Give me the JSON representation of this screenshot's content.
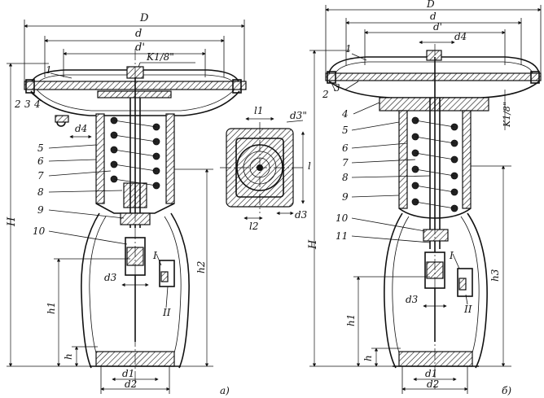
{
  "view_a": {
    "parts": [
      "1",
      "2",
      "3",
      "4",
      "5",
      "6",
      "7",
      "8",
      "9",
      "10"
    ],
    "dims": {
      "D": "D",
      "d": "d",
      "d_prime": "d'",
      "thread": "K1/8\"",
      "d4": "d4",
      "d3": "d3",
      "d1": "d1",
      "d2": "d2",
      "H": "H",
      "h1": "h1",
      "h2": "h2",
      "h": "h"
    },
    "markers": {
      "m1": "I",
      "m2": "II"
    },
    "caption": "a)"
  },
  "detail": {
    "dims": {
      "l1": "l1",
      "d3pp": "d3\"",
      "l": "l",
      "d3": "d3",
      "l2": "l2"
    }
  },
  "view_b": {
    "parts": [
      "1",
      "2",
      "3",
      "4",
      "5",
      "6",
      "7",
      "8",
      "9",
      "10",
      "11"
    ],
    "dims": {
      "D": "D",
      "d": "d",
      "d_prime": "d'",
      "d4": "d4",
      "thread": "K1/8\"",
      "d3": "d3",
      "d1": "d1",
      "d2": "d2",
      "H": "H",
      "h1": "h1",
      "h3": "h3",
      "h": "h"
    },
    "markers": {
      "m1": "I",
      "m2": "II"
    },
    "caption": "б)"
  }
}
